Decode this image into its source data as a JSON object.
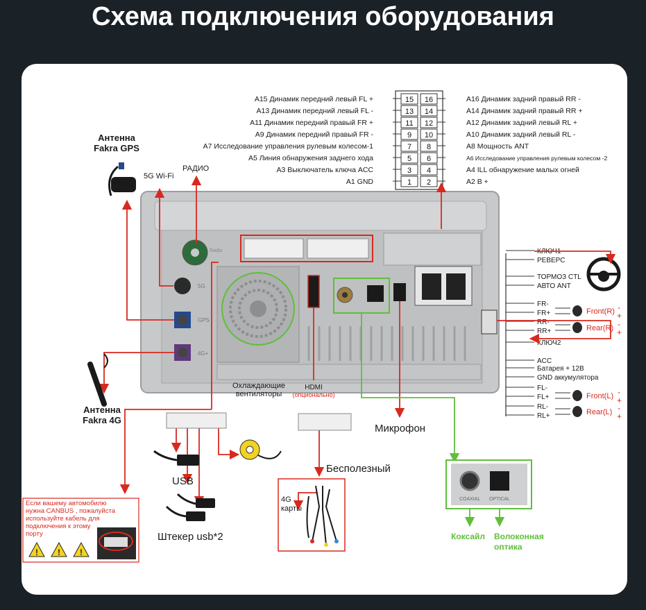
{
  "title": "Схема подключения оборудования",
  "pins_left": [
    "A15 Динамик передний левый FL +",
    "A13 Динамик передний левый FL -",
    "A11 Динамик передний правый FR +",
    "A9 Динамик передний правый FR -",
    "A7 Исследование управления рулевым колесом-1",
    "A5 Линия обнаружения заднего хода",
    "A3 Выключатель ключа ACC",
    "A1 GND"
  ],
  "pins_right": [
    "A16 Динамик задний правый RR -",
    "A14 Динамик задний правый RR +",
    "A12 Динамик задний левый RL +",
    "A10 Динамик задний левый RL -",
    "A8 Мощность ANT",
    "A6 Исследование управления рулевым колесом -2",
    "A4 ILL обнаружение малых огней",
    "A2 B +"
  ],
  "pin_numbers_left": [
    "15",
    "13",
    "11",
    "9",
    "7",
    "5",
    "3",
    "1"
  ],
  "pin_numbers_right": [
    "16",
    "14",
    "12",
    "10",
    "8",
    "6",
    "4",
    "2"
  ],
  "labels": {
    "gps_antenna": "Антенна\nFakra GPS",
    "wifi": "5G Wi-Fi",
    "radio": "РАДИО",
    "radio_small": "Radio",
    "port_5g": "5G",
    "port_gps": "GPS",
    "port_4g": "4G+",
    "antenna_4g": "Антенна\nFakra 4G",
    "fans": "Охлаждающие\nвентиляторы",
    "hdmi": "HDMI",
    "hdmi_opt": "(опционально)",
    "microphone": "Микрофон",
    "useless": "Бесполезный",
    "usb": "USB",
    "usb2": "Штекер usb*2",
    "card_4g": "4G\nкарты",
    "coaxial": "Коксайл",
    "optical": "Волоконная\nоптика",
    "coaxial_small": "COAXIAL",
    "optical_small": "OPTICAL",
    "canbus_note": "Если вашему автомобилю\nнужна CANBUS , пожалуйста\nиспользуйте кабель для\nподключения к этому\nпорту"
  },
  "harness_right": [
    "КЛЮЧ1",
    "РЕВЕРС",
    "ТОРМОЗ CTL",
    "АВТО ANT",
    "FR-",
    "FR+",
    "RR-",
    "RR+",
    "КЛЮЧ2",
    "ACC",
    "Батарея + 12В",
    "GND аккумулятора",
    "FL-",
    "FL+",
    "RL-",
    "RL+"
  ],
  "speakers": [
    "Front(R)",
    "Rear(R)",
    "Front(L)",
    "Rear(L)"
  ],
  "colors": {
    "background": "#1a2127",
    "panel": "#ffffff",
    "red": "#d8291f",
    "green": "#5fbf3a",
    "unit": "#c9c9c9"
  }
}
